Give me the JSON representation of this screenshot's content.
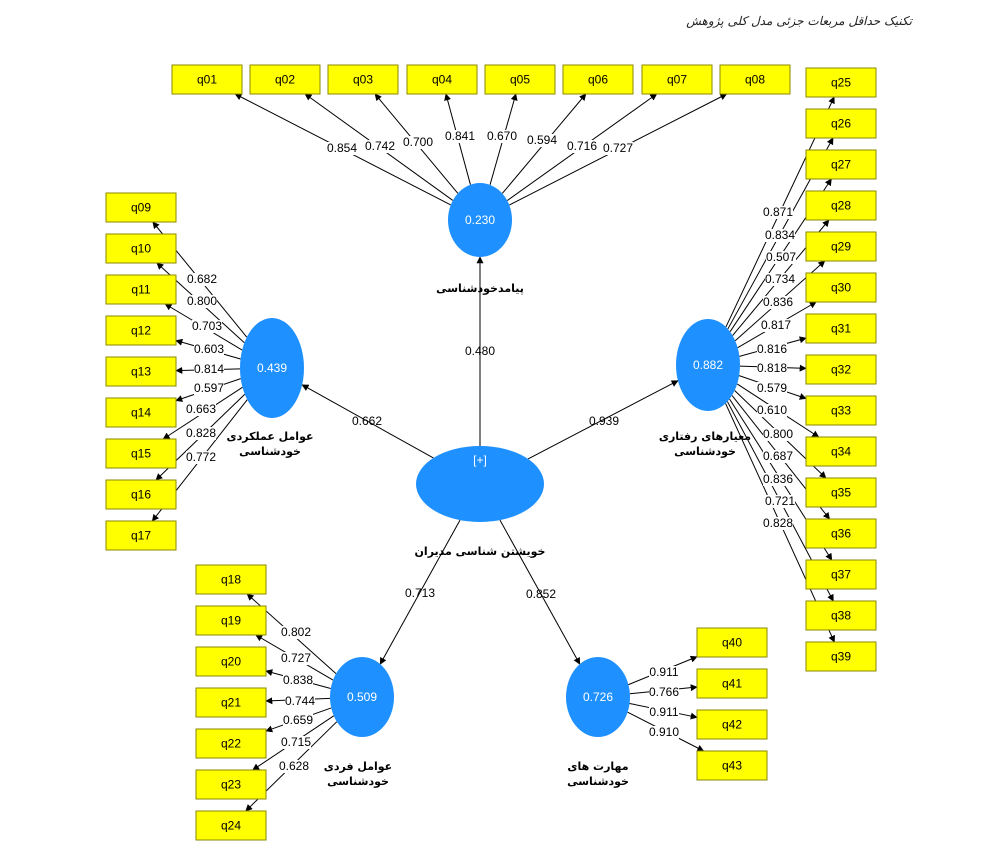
{
  "title": "تکنیک حداقل مربعات جزئی مدل کلی پژوهش",
  "central": {
    "name": "خویشتن شناسی مدیران",
    "value": "[+]"
  },
  "constructs": [
    {
      "id": "payamad",
      "name": [
        "پیامدخودشناسی"
      ],
      "value": "0.230",
      "path": "0.480",
      "indicators": [
        "q01",
        "q02",
        "q03",
        "q04",
        "q05",
        "q06",
        "q07",
        "q08"
      ],
      "loadings": [
        "0.854",
        "0.742",
        "0.700",
        "0.841",
        "0.670",
        "0.594",
        "0.716",
        "0.727"
      ]
    },
    {
      "id": "amalkardi",
      "name": [
        "عوامل عملکردی",
        "خودشناسی"
      ],
      "value": "0.439",
      "path": "0.662",
      "indicators": [
        "q09",
        "q10",
        "q11",
        "q12",
        "q13",
        "q14",
        "q15",
        "q16",
        "q17"
      ],
      "loadings": [
        "0.682",
        "0.800",
        "0.703",
        "0.603",
        "0.814",
        "0.597",
        "0.663",
        "0.828",
        "0.772"
      ]
    },
    {
      "id": "meyarha",
      "name": [
        "معیارهای رفتاری",
        "خودشناسی"
      ],
      "value": "0.882",
      "path": "0.939",
      "indicators": [
        "q25",
        "q26",
        "q27",
        "q28",
        "q29",
        "q30",
        "q31",
        "q32",
        "q33",
        "q34",
        "q35",
        "q36",
        "q37",
        "q38",
        "q39"
      ],
      "loadings": [
        "0.871",
        "0.834",
        "0.507",
        "0.734",
        "0.836",
        "0.817",
        "0.816",
        "0.818",
        "0.579",
        "0.610",
        "0.800",
        "0.687",
        "0.836",
        "0.721",
        "0.828"
      ]
    },
    {
      "id": "fardi",
      "name": [
        "عوامل فردی",
        "خودشناسی"
      ],
      "value": "0.509",
      "path": "0.713",
      "indicators": [
        "q18",
        "q19",
        "q20",
        "q21",
        "q22",
        "q23",
        "q24"
      ],
      "loadings": [
        "0.802",
        "0.727",
        "0.838",
        "0.744",
        "0.659",
        "0.715",
        "0.628"
      ]
    },
    {
      "id": "maharat",
      "name": [
        "مهارت های",
        "خودشناسی"
      ],
      "value": "0.726",
      "path": "0.852",
      "indicators": [
        "q40",
        "q41",
        "q42",
        "q43"
      ],
      "loadings": [
        "0.911",
        "0.766",
        "0.911",
        "0.910"
      ]
    }
  ],
  "colors": {
    "latent": "#1e90ff",
    "indicator": "#ffff00",
    "edge": "#000000"
  }
}
